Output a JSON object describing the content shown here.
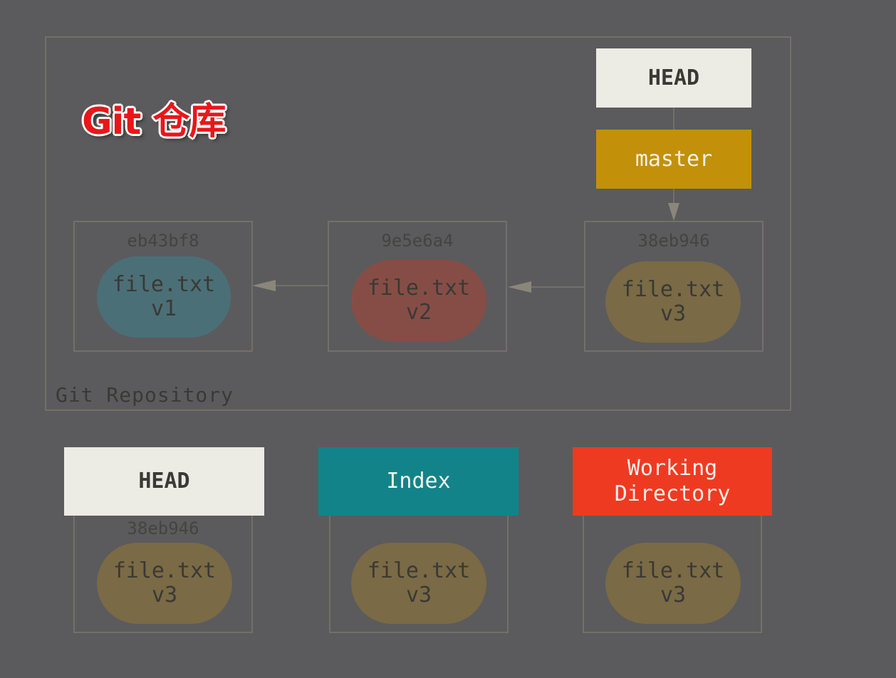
{
  "overlay_title": "Git 仓库",
  "repository": {
    "label": "Git Repository",
    "head_label": "HEAD",
    "branch_label": "master",
    "commits": [
      {
        "sha": "eb43bf8",
        "file": "file.txt",
        "version": "v1",
        "color": "#4b6f77"
      },
      {
        "sha": "9e5e6a4",
        "file": "file.txt",
        "version": "v2",
        "color": "#864d46"
      },
      {
        "sha": "38eb946",
        "file": "file.txt",
        "version": "v3",
        "color": "#7a6a45"
      }
    ]
  },
  "trees": {
    "head": {
      "label": "HEAD",
      "sha": "38eb946",
      "file": "file.txt",
      "version": "v3"
    },
    "index": {
      "label": "Index",
      "file": "file.txt",
      "version": "v3"
    },
    "working_directory": {
      "label_line1": "Working",
      "label_line2": "Directory",
      "file": "file.txt",
      "version": "v3"
    }
  },
  "colors": {
    "background": "#5b5b5d",
    "head": "#ecebe4",
    "master": "#c3900a",
    "index": "#13838a",
    "working_directory": "#ef3a22",
    "v3_blob": "#7a6a45"
  }
}
